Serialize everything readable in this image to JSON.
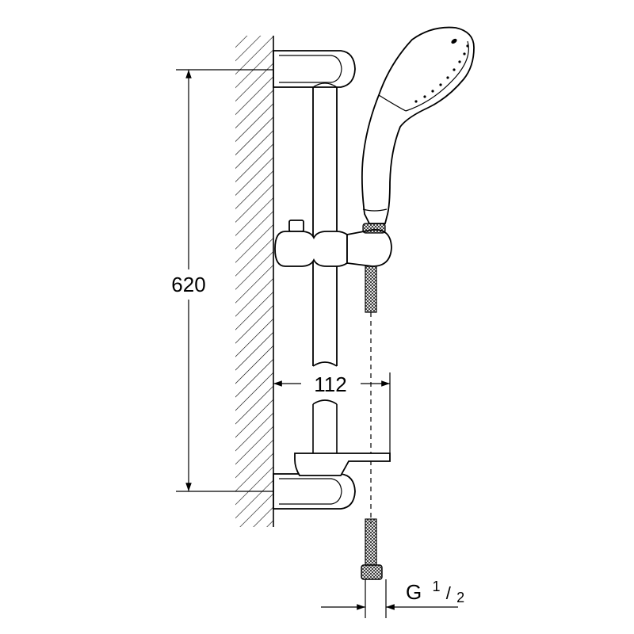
{
  "dimensions": {
    "height": "620",
    "projection": "112",
    "thread_main": "G",
    "thread_numerator": "1",
    "thread_denominator": "2"
  },
  "colors": {
    "line": "#000000",
    "background": "#ffffff"
  }
}
